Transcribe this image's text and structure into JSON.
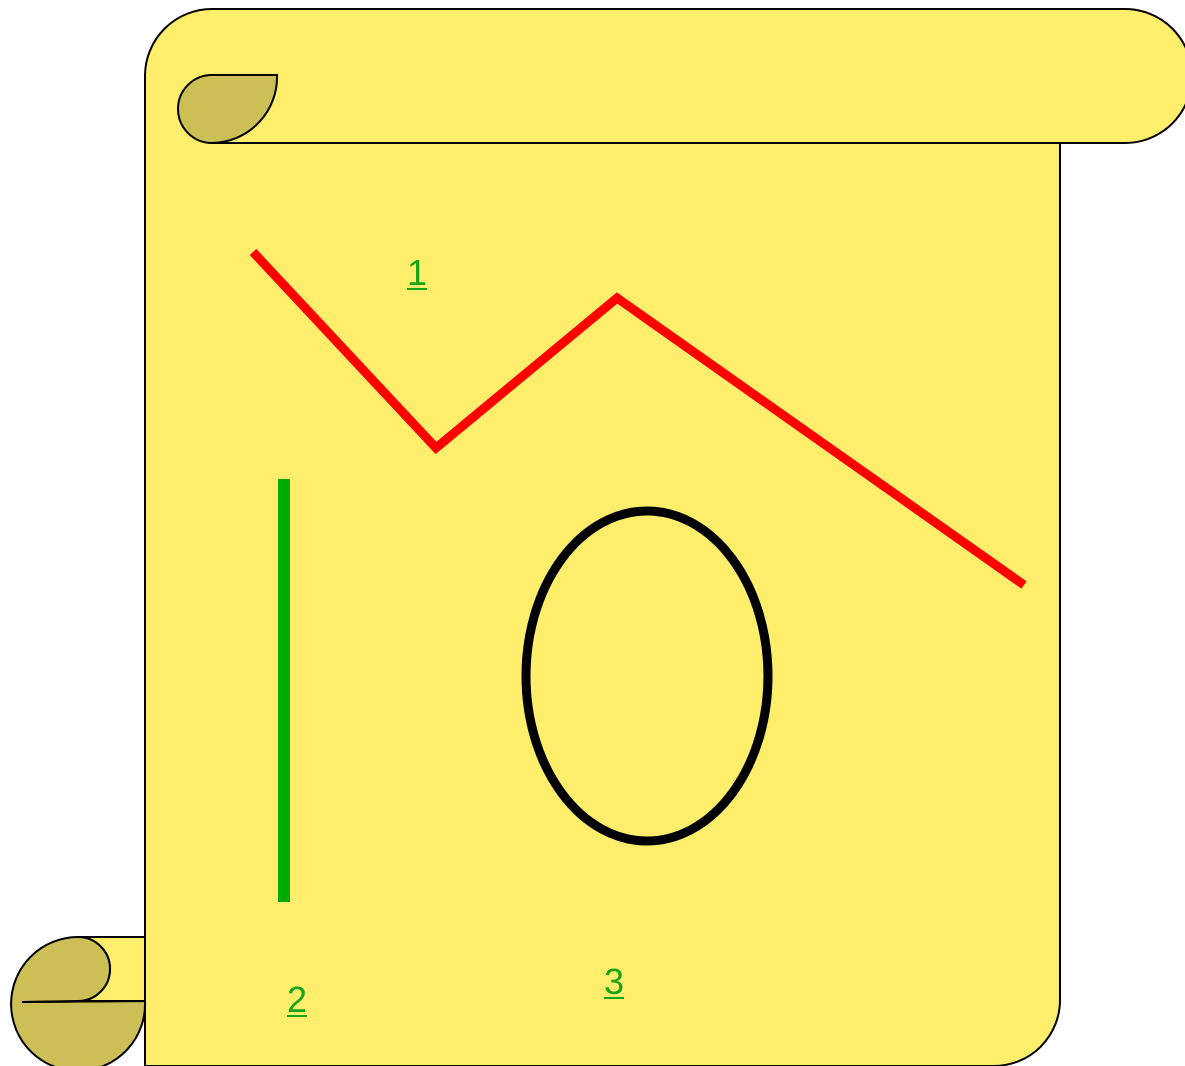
{
  "colors": {
    "scroll_fill": "#ffee6b",
    "scroll_curl_fill": "#cbbf55",
    "outline": "#000000",
    "polyline_stroke": "#ff0000",
    "vertical_line_stroke": "#00aa00",
    "ellipse_stroke": "#000000",
    "label_color": "#16a516"
  },
  "shapes": [
    {
      "id": "1",
      "kind": "polyline",
      "label": "1"
    },
    {
      "id": "2",
      "kind": "vertical-line",
      "label": "2"
    },
    {
      "id": "3",
      "kind": "ellipse",
      "label": "3"
    }
  ]
}
